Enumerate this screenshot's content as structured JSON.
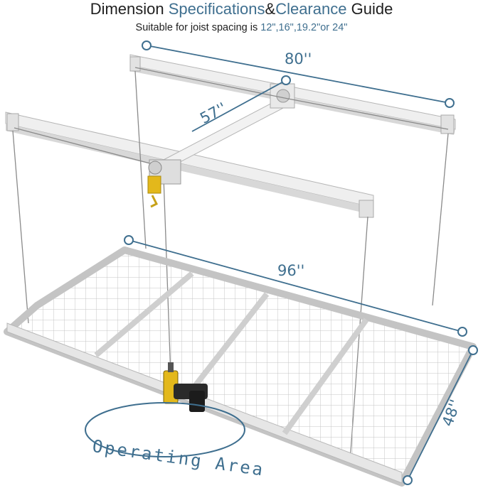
{
  "header": {
    "title_part1": "Dimension",
    "title_part2": "Specifications",
    "title_part3": "&",
    "title_part4": "Clearance",
    "title_part5": "Guide",
    "subtitle_prefix": "Suitable for joist spacing is",
    "subtitle_values": "12\",16\",19.2\"or 24\""
  },
  "dimensions": {
    "top_width": "80''",
    "depth": "57''",
    "platform_length": "96''",
    "platform_width": "48''"
  },
  "operating_area_label": "Operating Area",
  "colors": {
    "accent": "#3f6f8f",
    "frame": "#ececec",
    "frame_edge": "#b9b9b9",
    "drill": "#e3b81b"
  }
}
